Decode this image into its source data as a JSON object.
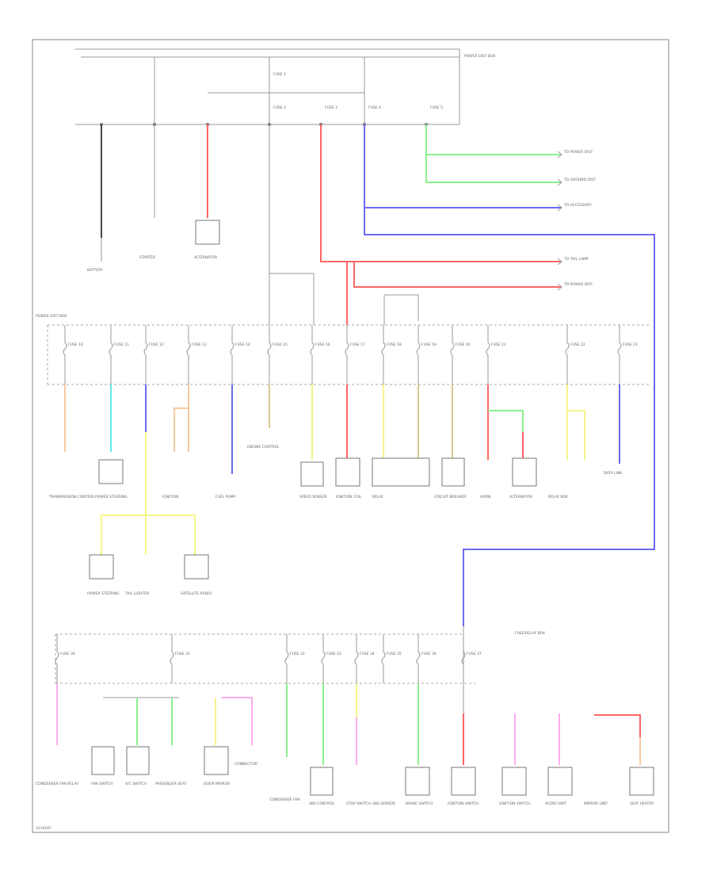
{
  "labels": {
    "fuse_box_top": "POWER DIST BOX",
    "fuse_box_mid": "POWER DIST BOX",
    "fuse_box_bottom": "FUSE/RELAY BOX",
    "battery": "BATTERY",
    "starter": "STARTER",
    "alternator_top": "ALTERNATOR",
    "footer_ref": "1234567"
  },
  "top_fuses": [
    {
      "label": "FUSE 1"
    },
    {
      "label": "FUSE 2"
    },
    {
      "label": "FUSE 3"
    },
    {
      "label": "FUSE 4"
    },
    {
      "label": "FUSE 5"
    }
  ],
  "right_refs": [
    {
      "text": "TO POWER DIST"
    },
    {
      "text": "TO GROUND DIST"
    },
    {
      "text": "TO ACCESSORY"
    },
    {
      "text": "TO TAIL LAMP"
    },
    {
      "text": "TO POWER DIST"
    }
  ],
  "mid_fuses": [
    {
      "label": "FUSE 10"
    },
    {
      "label": "FUSE 11"
    },
    {
      "label": "FUSE 12"
    },
    {
      "label": "FUSE 13"
    },
    {
      "label": "FUSE 14"
    },
    {
      "label": "FUSE 15"
    },
    {
      "label": "FUSE 16"
    },
    {
      "label": "FUSE 17"
    },
    {
      "label": "FUSE 18"
    },
    {
      "label": "FUSE 19"
    },
    {
      "label": "FUSE 20"
    },
    {
      "label": "FUSE 21"
    },
    {
      "label": "FUSE 22"
    },
    {
      "label": "FUSE 23"
    }
  ],
  "mid_components": [
    {
      "name": "TRANSMISSION CONTROL"
    },
    {
      "name": "POWER STEERING"
    },
    {
      "name": "SPEED SENSOR"
    },
    {
      "name": "IGNITION"
    },
    {
      "name": "FUEL PUMP"
    },
    {
      "name": "ENGINE CONTROL"
    },
    {
      "name": "IGNITION COIL"
    },
    {
      "name": "RELAY"
    },
    {
      "name": "HORN"
    },
    {
      "name": "ALTERNATOR"
    },
    {
      "name": "RELAY BOX"
    },
    {
      "name": "CIRCUIT BREAKER"
    },
    {
      "name": "DATA LINK"
    },
    {
      "name": "TAIL LIGHTER"
    },
    {
      "name": "SATELLITE RADIO"
    }
  ],
  "bottom_fuses": [
    {
      "label": "FUSE 30"
    },
    {
      "label": "FUSE 31"
    },
    {
      "label": "FUSE 32"
    },
    {
      "label": "FUSE 33"
    },
    {
      "label": "FUSE 34"
    },
    {
      "label": "FUSE 35"
    },
    {
      "label": "FUSE 36"
    },
    {
      "label": "FUSE 37"
    }
  ],
  "bottom_components": [
    {
      "name": "CONDENSER FAN RELAY"
    },
    {
      "name": "FAN SWITCH"
    },
    {
      "name": "A/C SWITCH"
    },
    {
      "name": "PASSENGER SEAT"
    },
    {
      "name": "DOOR MIRROR"
    },
    {
      "name": "CONNECTOR"
    },
    {
      "name": "CONDENSER FAN"
    },
    {
      "name": "ABS CONTROL"
    },
    {
      "name": "STOP SWITCH"
    },
    {
      "name": "ABS SENSOR"
    },
    {
      "name": "BRAKE SWITCH"
    },
    {
      "name": "IGNITION SWITCH"
    },
    {
      "name": "IGNITION SWITCH"
    },
    {
      "name": "AUDIO UNIT"
    },
    {
      "name": "MIRROR UNIT"
    },
    {
      "name": "SEAT HEATER"
    }
  ],
  "colors": {
    "red": "#ff6666",
    "green": "#8ef08e",
    "blue": "#6a6af0",
    "yellow": "#f5f58a",
    "orange": "#f8c9a0",
    "cyan": "#5ee8e8",
    "tan": "#d9c990",
    "pink": "#ffaaee",
    "black": "#444444"
  }
}
